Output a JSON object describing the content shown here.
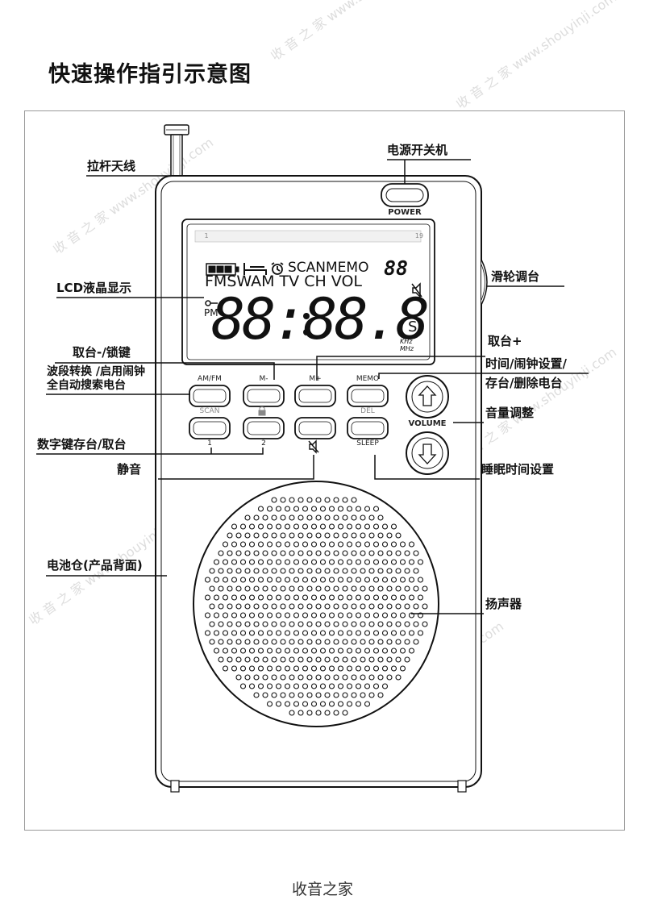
{
  "page_title": "快速操作指引示意图",
  "footer": "收音之家",
  "watermark_text": "收 音 之 家 www.shouyinji.com",
  "radio": {
    "power_label": "POWER",
    "volume_label": "VOLUME",
    "lcd_segments_top": "SCANMEMO",
    "lcd_modes": "FMSWAM TV CH VOL",
    "lcd_digits": "88:88.8",
    "lcd_small_digits": "88",
    "lcd_pm": "PM",
    "lcd_s": "S",
    "lcd_khz": "KHz",
    "lcd_mhz": "MHz",
    "lcd_scale_left": "1",
    "lcd_scale_right": "19",
    "buttons": {
      "am_fm": "AM/FM",
      "m_minus": "M-",
      "m_plus": "M+",
      "memo": "MEMO",
      "scan": "SCAN",
      "del": "DEL",
      "one": "1",
      "two": "2",
      "sleep": "SLEEP"
    }
  },
  "callouts": {
    "antenna": "拉杆天线",
    "power": "电源开关机",
    "lcd": "LCD液晶显示",
    "wheel": "滑轮调台",
    "m_minus_line1": "取台-/锁键",
    "band_line1": "波段转换 /启用闹钟",
    "band_line2": "全自动搜索电台",
    "m_plus": "取台+",
    "memo_line1": "时间/闹钟设置/",
    "memo_line2": "存台/删除电台",
    "volume": "音量调整",
    "number_keys": "数字键存台/取台",
    "mute": "静音",
    "sleep": "睡眠时间设置",
    "battery": "电池仓(产品背面)",
    "speaker": "扬声器"
  }
}
